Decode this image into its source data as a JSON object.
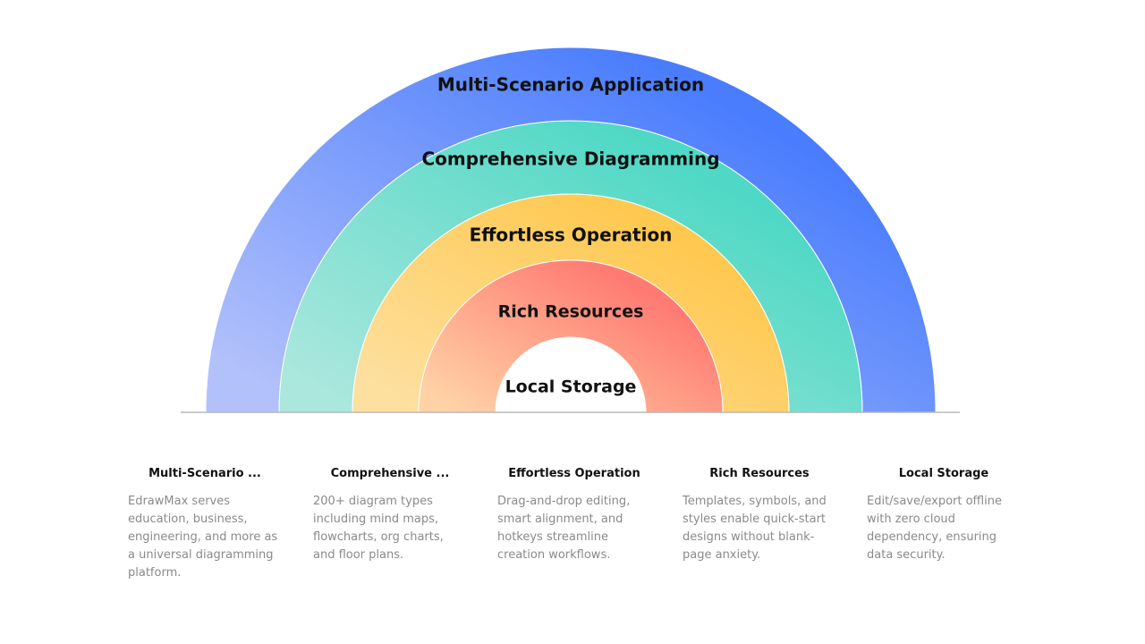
{
  "diagram": {
    "layers": [
      {
        "id": "multi-scenario",
        "label": "Multi-Scenario Application",
        "color_start": "#b3c1fb",
        "color_end": "#4a7dfd"
      },
      {
        "id": "comprehensive",
        "label": "Comprehensive Diagramming",
        "color_start": "#abe7dd",
        "color_end": "#4fd8c5"
      },
      {
        "id": "effortless",
        "label": "Effortless Operation",
        "color_start": "#fde0a0",
        "color_end": "#ffc84f"
      },
      {
        "id": "rich-resources",
        "label": "Rich Resources",
        "color_start": "#ffd2a6",
        "color_end": "#ff7a72"
      }
    ],
    "core": {
      "label": "Local Storage"
    }
  },
  "descriptions": [
    {
      "title": "Multi-Scenario  ...",
      "text": "EdrawMax serves education, business, engineering, and more as a universal diagramming platform."
    },
    {
      "title": "Comprehensive  ...",
      "text": "200+ diagram types including mind maps, flowcharts, org charts, and floor plans."
    },
    {
      "title": "Effortless Operation",
      "text": "Drag-and-drop editing, smart alignment, and hotkeys streamline creation workflows."
    },
    {
      "title": "Rich Resources",
      "text": "Templates, symbols, and styles enable quick-start designs without blank-page anxiety."
    },
    {
      "title": "Local Storage",
      "text": "Edit/save/export offline with zero cloud dependency, ensuring data security."
    }
  ]
}
